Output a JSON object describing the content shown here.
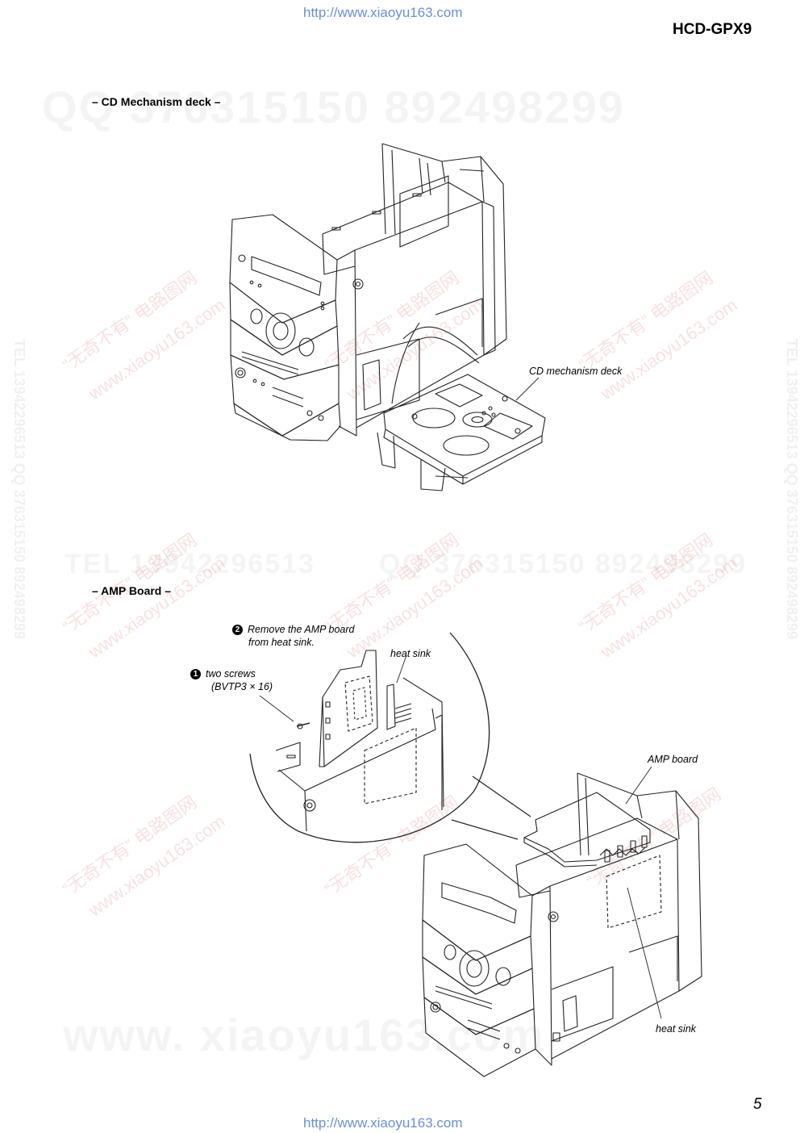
{
  "header": {
    "url_top": "http://www.xiaoyu163.com",
    "model": "HCD-GPX9"
  },
  "sections": {
    "cd": {
      "title": "– CD Mechanism deck –",
      "label_deck": "CD mechanism deck"
    },
    "amp": {
      "title": "– AMP Board –",
      "step1_number": "1",
      "step1_text": "two screws",
      "step1_sub": "(BVTP3 × 16)",
      "step2_number": "2",
      "step2_text": "Remove the AMP board",
      "step2_sub": "from heat sink.",
      "label_heatsink_top": "heat sink",
      "label_amp_board": "AMP board",
      "label_heatsink_bottom": "heat sink"
    }
  },
  "watermarks": {
    "qq_top": "QQ 376315150   892498299",
    "tel_mid": "TEL 13942296513",
    "qq_mid": "QQ 376315150  892498299",
    "www_bottom": "www. xiaoyu163.com",
    "cn_text": "“无奇不有” 电路图网",
    "cn_site": "www.xiaoyu163.com",
    "side_text": "TEL 13942296513  QQ 376315150  892498299"
  },
  "footer": {
    "page_number": "5",
    "url_bottom": "http://www.xiaoyu163.com"
  }
}
